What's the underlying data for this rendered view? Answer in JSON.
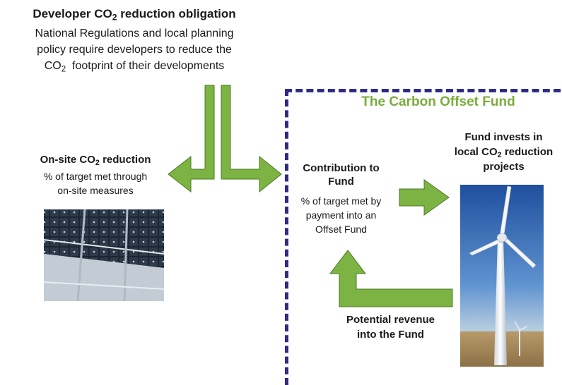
{
  "header": {
    "title_pre": "Developer CO",
    "title_sub": "2",
    "title_post": " reduction obligation",
    "line1": "National Regulations and local planning",
    "line2": "policy require developers to reduce the",
    "line3_pre": "CO",
    "line3_sub": "2",
    "line3_post": "  footprint of their developments"
  },
  "fund_box": {
    "title": "The Carbon Offset Fund"
  },
  "onsite": {
    "title_pre": "On-site CO",
    "title_sub": "2",
    "title_post": " reduction",
    "line1": "% of target met through",
    "line2": "on-site measures"
  },
  "contribution": {
    "title_line1": "Contribution to",
    "title_line2": "Fund",
    "line1": "% of target met by",
    "line2": "payment into an",
    "line3": "Offset Fund"
  },
  "invest": {
    "line1": "Fund invests in",
    "line2_pre": "local CO",
    "line2_sub": "2",
    "line2_post": " reduction",
    "line3": "projects"
  },
  "revenue": {
    "line1": "Potential revenue",
    "line2": "into the Fund"
  },
  "colors": {
    "arrow": "#7cb342",
    "arrow_stroke": "#4b7a22",
    "box_border": "#2e2a8c",
    "fund_title": "#79ad3a"
  },
  "images": {
    "left": "solar-panel-roof",
    "right": "wind-turbine"
  }
}
